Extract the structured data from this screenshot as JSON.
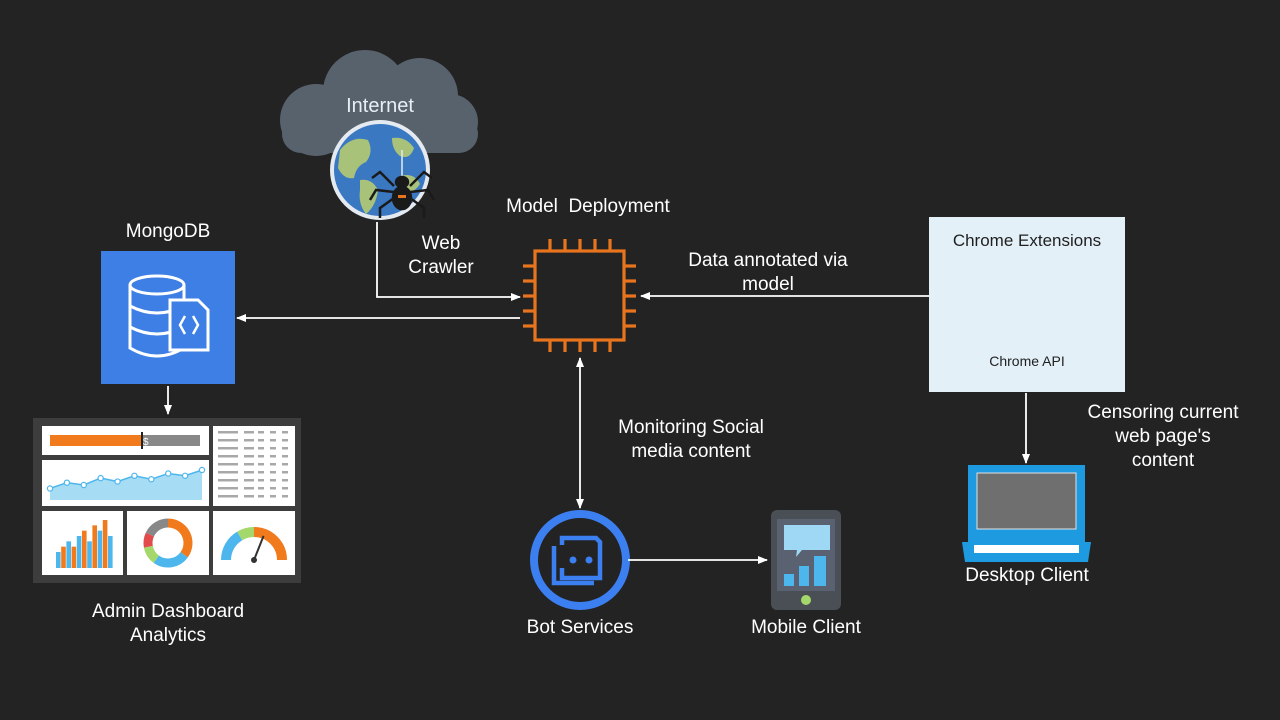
{
  "labels": {
    "internet": "Internet",
    "web_crawler": "Web\nCrawler",
    "model_deployment": "Model  Deployment",
    "mongodb": "MongoDB",
    "data_annotated": "Data annotated via\nmodel",
    "chrome_extensions": "Chrome Extensions",
    "chrome_api": "Chrome API",
    "censoring": "Censoring current\nweb page's\ncontent",
    "desktop_client": "Desktop Client",
    "monitoring": "Monitoring Social\nmedia content",
    "bot_services": "Bot Services",
    "mobile_client": "Mobile Client",
    "admin_dashboard": "Admin Dashboard\nAnalytics",
    "dashboard_currency": "$"
  },
  "dashboard": {
    "progress_fraction": 0.62,
    "bar_values": [
      3,
      4,
      5,
      4,
      6,
      7,
      5,
      8,
      7,
      9,
      6
    ],
    "line_values": [
      2,
      3,
      2.6,
      3.8,
      3.2,
      4.2,
      3.6,
      4.6,
      4.2,
      5.2
    ],
    "gauge_fraction": 0.62
  },
  "colors": {
    "background": "#232323",
    "cpu_orange": "#e8741e",
    "db_blue": "#3d7fe4",
    "bot_blue": "#3b7ff0",
    "chrome_box": "#e4f0f8",
    "chrome_hex": "#4486f4",
    "laptop_blue": "#1e9be0",
    "cloud": "#58626d",
    "arrow": "#ffffff"
  },
  "icons": {
    "internet": "cloud-globe-icon",
    "crawler": "spider-icon",
    "model": "cpu-chip-icon",
    "database": "database-icon",
    "chrome": "chrome-api-icon",
    "desktop": "laptop-icon",
    "bot": "bot-face-icon",
    "mobile": "smartphone-icon",
    "dashboard": "dashboard-icon"
  }
}
